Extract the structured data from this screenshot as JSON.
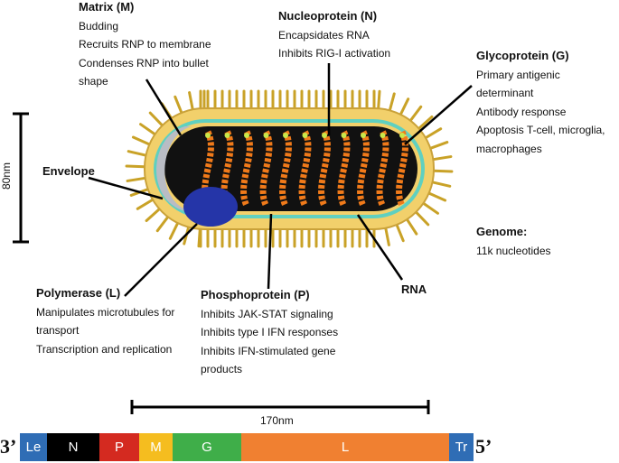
{
  "annotations": {
    "matrix": {
      "title": "Matrix (M)",
      "lines": [
        "Budding",
        "Recruits RNP to membrane",
        "Condenses RNP into bullet",
        "shape"
      ]
    },
    "nucleoprotein": {
      "title": "Nucleoprotein (N)",
      "lines": [
        "Encapsidates RNA",
        "Inhibits RIG-I activation"
      ]
    },
    "glycoprotein": {
      "title": "Glycoprotein (G)",
      "lines": [
        "Primary antigenic determinant",
        "Antibody response",
        "Apoptosis T-cell, microglia,",
        "macrophages"
      ]
    },
    "envelope": {
      "title": "Envelope"
    },
    "genome": {
      "title": "Genome:",
      "lines": [
        "11k nucleotides"
      ]
    },
    "polymerase": {
      "title": "Polymerase (L)",
      "lines": [
        "Manipulates microtubules for",
        "transport",
        "Transcription and replication"
      ]
    },
    "phosphoprotein": {
      "title": "Phosphoprotein (P)",
      "lines": [
        "Inhibits JAK-STAT signaling",
        "Inhibits type I IFN responses",
        "Inhibits IFN-stimulated gene",
        "products"
      ]
    },
    "rna": {
      "title": "RNA"
    }
  },
  "scale": {
    "height_label": "80nm",
    "length_label": "170nm"
  },
  "genome_map": {
    "left_end": "3’",
    "right_end": "5’",
    "segments": [
      {
        "label": "Le",
        "color": "#2f6db5"
      },
      {
        "label": "N",
        "color": "#000000"
      },
      {
        "label": "P",
        "color": "#d42a20"
      },
      {
        "label": "M",
        "color": "#f5bd1f"
      },
      {
        "label": "G",
        "color": "#3fae49"
      },
      {
        "label": "L",
        "color": "#f08031"
      },
      {
        "label": "Tr",
        "color": "#2f6db5"
      }
    ]
  },
  "colors": {
    "spike": "#c9a227",
    "envelope_fill": "#f2d06b",
    "core": "#111111",
    "rnp": "#f07a1a",
    "polymerase": "#2535a8",
    "membrane_edge": "#5fd0c0"
  }
}
